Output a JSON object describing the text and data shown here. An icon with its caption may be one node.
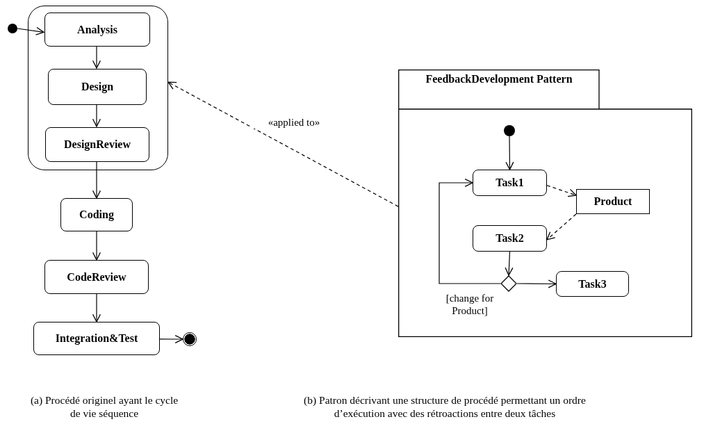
{
  "diagram": {
    "nodes": [
      {
        "text": [],
        "shape": "box"
      },
      {
        "text": [
          "Analysis"
        ],
        "in": 0
      },
      {
        "text": [
          "Design"
        ],
        "in": 0
      },
      {
        "text": [
          "DesignReview"
        ],
        "in": 0
      },
      {
        "text": [
          "Coding"
        ]
      },
      {
        "text": [
          "CodeReview"
        ]
      },
      {
        "text": [
          "Integration&Test"
        ]
      },
      {
        "text": [],
        "shape": "circle"
      },
      {
        "text": [],
        "shape": "circle"
      },
      {
        "text": [
          "FeedbackDevelopment Pattern"
        ]
      },
      {
        "text": [],
        "shape": "circle",
        "in": 9
      },
      {
        "text": [
          "Task1"
        ],
        "in": 9
      },
      {
        "text": [
          "Product"
        ],
        "in": 9
      },
      {
        "text": [
          "Task2"
        ],
        "in": 9
      },
      {
        "text": [],
        "shape": "diamond",
        "in": 9
      },
      {
        "text": [
          "Task3"
        ],
        "in": 9
      }
    ],
    "edges": [
      {
        "from": 7,
        "to": 1,
        "arrow": "to"
      },
      {
        "from": 1,
        "to": 2,
        "arrow": "to"
      },
      {
        "from": 2,
        "to": 3,
        "arrow": "to"
      },
      {
        "from": 3,
        "to": 4,
        "arrow": "to"
      },
      {
        "from": 4,
        "to": 5,
        "arrow": "to"
      },
      {
        "from": 5,
        "to": 6,
        "arrow": "to"
      },
      {
        "from": 6,
        "to": 8,
        "arrow": "to"
      },
      {
        "from": 9,
        "to": 0,
        "arrow": "to",
        "style": "dashed",
        "label": "«applied to»"
      },
      {
        "from": 10,
        "to": 11,
        "arrow": "to"
      },
      {
        "from": 11,
        "to": 12,
        "arrow": "to",
        "style": "dashed"
      },
      {
        "from": 12,
        "to": 13,
        "arrow": "to",
        "style": "dashed"
      },
      {
        "from": 13,
        "to": 14,
        "arrow": "to"
      },
      {
        "from": 14,
        "to": 15,
        "arrow": "to"
      },
      {
        "from": 14,
        "to": 11,
        "arrow": "to",
        "label": "[change for Product]"
      }
    ],
    "labels": [
      "(a) Procédé originel ayant le cycle de vie séquence",
      "(b) Patron décrivant une structure de procédé permettant un ordre d’exécution avec des rétroactions entre deux tâches"
    ]
  }
}
